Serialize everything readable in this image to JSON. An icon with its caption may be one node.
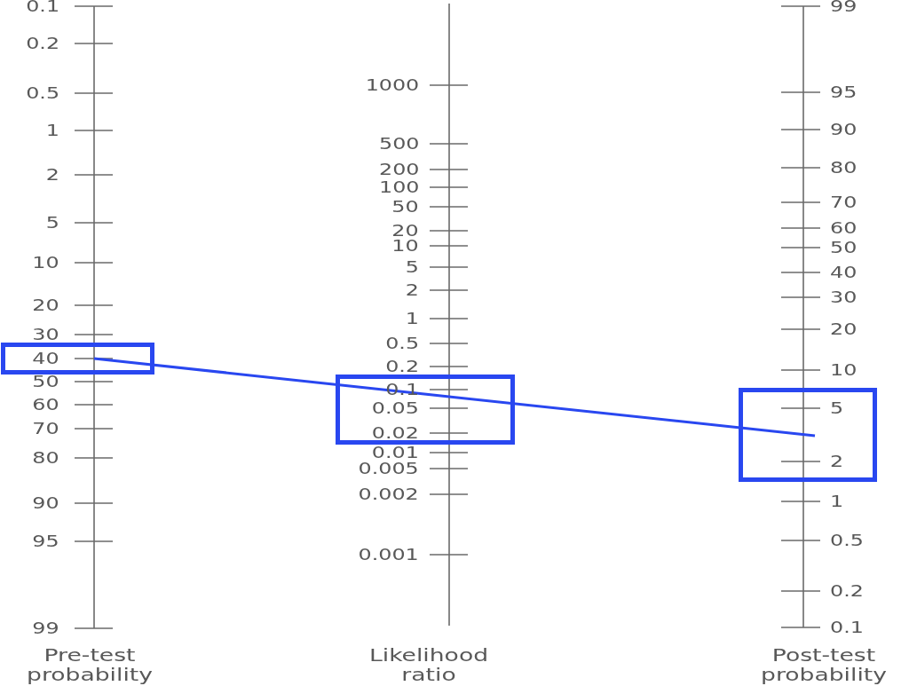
{
  "diagram": {
    "nodes": [
      {
        "text": [
          "40"
        ]
      },
      {
        "text": [
          "0.1",
          "0.05",
          "0.02"
        ]
      },
      {
        "text": [
          "5",
          "2"
        ]
      }
    ],
    "edges": [
      {
        "from": 0,
        "to": 1,
        "arrow": "none"
      },
      {
        "from": 1,
        "to": 2,
        "arrow": "none"
      }
    ],
    "labels": [
      "0.1",
      "0.2",
      "0.5",
      "1",
      "2",
      "5",
      "10",
      "20",
      "30",
      "50",
      "60",
      "70",
      "80",
      "90",
      "95",
      "99",
      "Pre-test probability",
      "1000",
      "500",
      "200",
      "100",
      "50",
      "20",
      "10",
      "5",
      "2",
      "1",
      "0.5",
      "0.2",
      "0.01",
      "0.005",
      "0.002",
      "0.001",
      "Likelihood ratio",
      "99",
      "95",
      "90",
      "80",
      "70",
      "60",
      "50",
      "40",
      "30",
      "20",
      "10",
      "1",
      "0.5",
      "0.2",
      "0.1",
      "Post-test probability"
    ]
  }
}
